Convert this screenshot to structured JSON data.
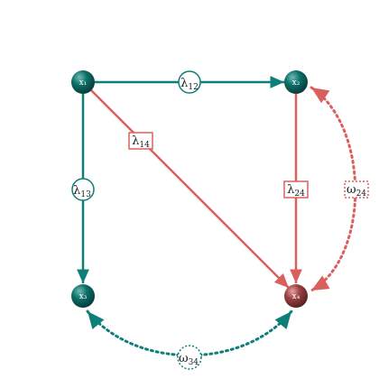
{
  "colors": {
    "teal": "#0e7f78",
    "teal_dark": "#0a4d4a",
    "red": "#d9605f",
    "red_dark": "#7a2f30",
    "label_fill": "#ffffff"
  },
  "nodes": [
    {
      "id": "x1",
      "label": "x₁",
      "color": "teal"
    },
    {
      "id": "x2",
      "label": "x₂",
      "color": "teal"
    },
    {
      "id": "x3",
      "label": "x₃",
      "color": "teal"
    },
    {
      "id": "x4",
      "label": "x₄",
      "color": "red"
    }
  ],
  "edges": [
    {
      "id": "e12",
      "from": "x1",
      "to": "x2",
      "style": "solid",
      "color": "teal",
      "label_main": "λ",
      "label_sub": "12",
      "label_shape": "circle"
    },
    {
      "id": "e13",
      "from": "x1",
      "to": "x3",
      "style": "solid",
      "color": "teal",
      "label_main": "λ",
      "label_sub": "13",
      "label_shape": "circle"
    },
    {
      "id": "e14",
      "from": "x1",
      "to": "x4",
      "style": "solid",
      "color": "red",
      "label_main": "λ",
      "label_sub": "14",
      "label_shape": "rect"
    },
    {
      "id": "e24",
      "from": "x2",
      "to": "x4",
      "style": "solid",
      "color": "red",
      "label_main": "λ",
      "label_sub": "24",
      "label_shape": "rect"
    },
    {
      "id": "w24",
      "from": "x2",
      "to": "x4",
      "style": "dotted",
      "color": "red",
      "label_main": "ω",
      "label_sub": "24",
      "label_shape": "dashed-rect",
      "bidirectional": true
    },
    {
      "id": "w34",
      "from": "x3",
      "to": "x4",
      "style": "dotted",
      "color": "teal",
      "label_main": "ω",
      "label_sub": "34",
      "label_shape": "dashed-circle",
      "bidirectional": true
    }
  ]
}
